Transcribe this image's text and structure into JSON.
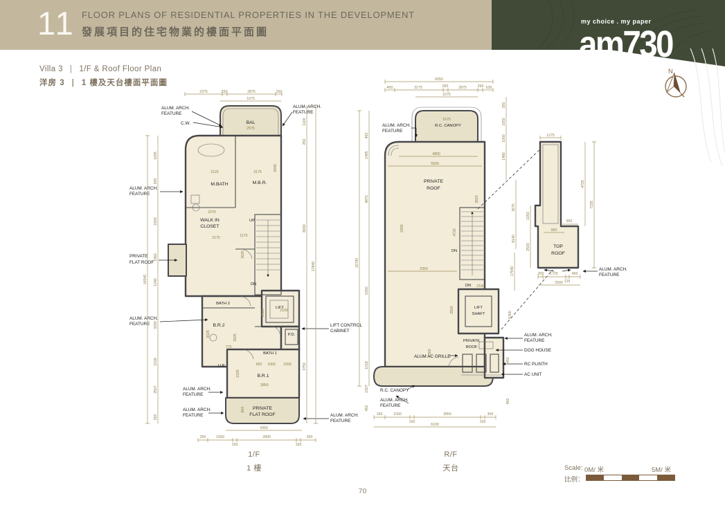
{
  "header": {
    "section_number": "11",
    "title_en": "FLOOR PLANS OF RESIDENTIAL PROPERTIES IN THE DEVELOPMENT",
    "title_zh": "發展項目的住宅物業的樓面平面圖",
    "logo_tagline": "my choice . my paper",
    "logo_name": "am730",
    "compass_n": "N"
  },
  "subtitle": {
    "villa_en": "Villa 3",
    "sep": "|",
    "plan_en": "1/F & Roof Floor Plan",
    "villa_zh": "洋房 3",
    "plan_zh": "1 樓及天台樓面平面圖"
  },
  "labels": {
    "alum1": "ALUM. ARCH.",
    "alum2": "FEATURE",
    "cw": "C.W.",
    "bal": "BAL",
    "mbath": "M.BATH",
    "mbr": "M.B.R.",
    "walkin1": "WALK IN",
    "walkin2": "CLOSET",
    "up": "UP",
    "dn": "DN",
    "bath2": "BATH 2",
    "lift": "LIFT",
    "br2": "B.R.2",
    "up2": "U.P.",
    "bath1": "BATH 1",
    "pd": "P.D.",
    "br1": "B.R.1",
    "private": "PRIVATE",
    "flat_roof": "FLAT ROOF",
    "roof": "ROOF",
    "lcc1": "LIFT CONTROL",
    "lcc2": "CABINET",
    "rc_canopy": "R.C. CANOPY",
    "shaft": "SHAFT",
    "alum_ac_grille": "ALUM AC GRILLE",
    "dog_house": "DOG HOUSE",
    "rc_plinth": "RC PLINTH",
    "ac_unit": "AC UNIT",
    "top": "TOP"
  },
  "plans": {
    "f1": {
      "caption_en": "1/F",
      "caption_zh": "1 樓",
      "top": [
        "2375",
        "250",
        "2875",
        "250",
        "1675"
      ],
      "left": [
        "16540",
        "1695",
        "695",
        "2300",
        "1960",
        "1240",
        "3200",
        "1018",
        "2507",
        "250"
      ],
      "right": [
        "17840",
        "1100",
        "250",
        "8690",
        "3750"
      ],
      "bottom": [
        "4350",
        "250",
        "1550",
        "150",
        "3900",
        "150",
        "300"
      ],
      "inner": [
        "2575",
        "3175",
        "3940",
        "2125",
        "2276",
        "2175",
        "3625",
        "1175",
        "2500",
        "2100",
        "3025",
        "2925",
        "775",
        "650",
        "1000",
        "2200",
        "3850",
        "2325",
        "860"
      ]
    },
    "rf": {
      "caption_en": "R/F",
      "caption_zh": "天台",
      "top": [
        "6050",
        "450",
        "3175",
        "250",
        "2875",
        "250",
        "530",
        "1675"
      ],
      "left": [
        "15790",
        "450",
        "1495",
        "4870",
        "6350",
        "1018",
        "1507",
        "450"
      ],
      "right": [
        "250",
        "1050",
        "1000",
        "1480",
        "3675",
        "8140",
        "17540",
        "5300",
        "1450",
        "450"
      ],
      "bottom": [
        "150",
        "1550",
        "150",
        "3950",
        "150",
        "300",
        "6100"
      ],
      "inner": [
        "1675",
        "4850",
        "5500",
        "3815",
        "6965",
        "2350",
        "4725",
        "2100",
        "2500",
        "1300"
      ]
    },
    "troof": {
      "top": [
        "1275"
      ],
      "right": [
        "4725",
        "7225"
      ],
      "left": [
        "1050",
        "2500"
      ],
      "inner": [
        "950",
        "950"
      ],
      "bottom": [
        "200",
        "1725",
        "125",
        "450",
        "2500"
      ]
    }
  },
  "scale": {
    "label_en": "Scale:",
    "label_zh": "比例：",
    "start": "0M/ 米",
    "end": "5M/ 米"
  },
  "footer": {
    "page_number": "70"
  },
  "colors": {
    "band_tan": "#c3b89e",
    "band_green": "#404a37",
    "dim_khaki": "#a4935c",
    "wall_gray": "#47474a",
    "room_cream": "#f2ecd9",
    "accent_brown": "#7b5b3b"
  }
}
